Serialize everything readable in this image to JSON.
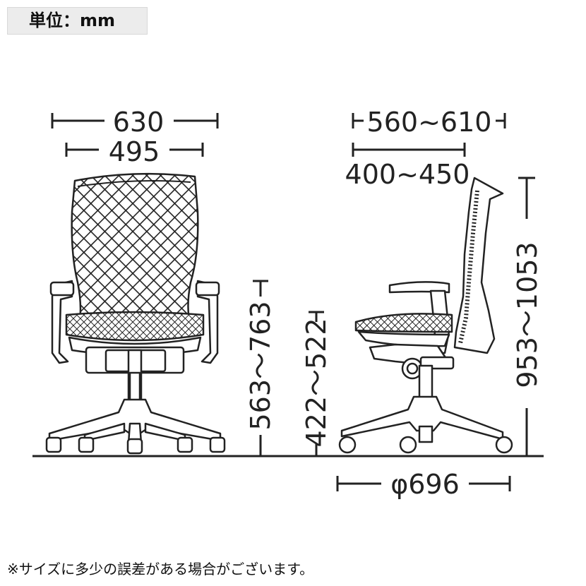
{
  "unit_label": "単位：mm",
  "dimensions": {
    "overall_width": "630",
    "seat_width": "495",
    "overall_depth": "560~610",
    "seat_depth": "400~450",
    "overall_height": "953～1053",
    "armrest_height": "563～763",
    "seat_height": "422～522",
    "base_diameter": "φ696"
  },
  "note": "※サイズに多少の誤差がある場合がございます。",
  "colors": {
    "ink": "#222222",
    "unit_background": "#ececec"
  }
}
